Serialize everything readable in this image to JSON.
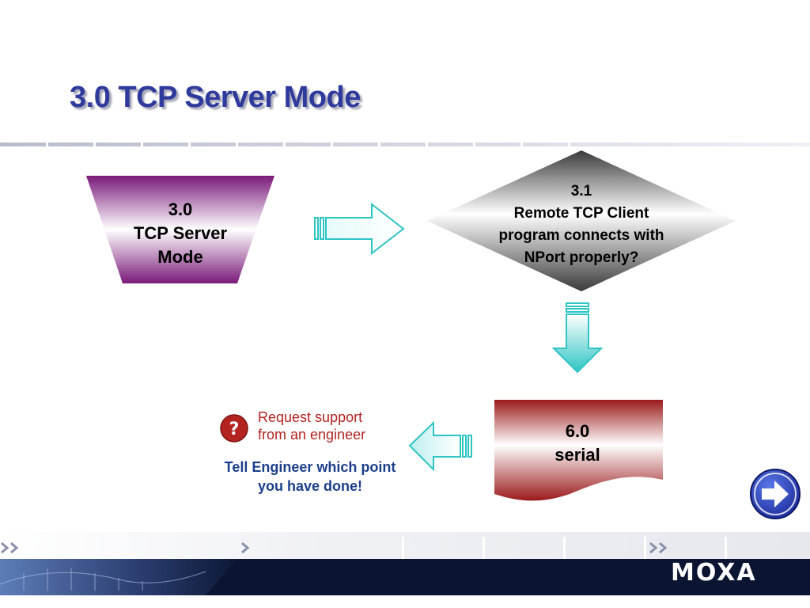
{
  "slide": {
    "title": "3.0 TCP Server Mode"
  },
  "nodes": {
    "start": {
      "line1": "3.0",
      "line2": "TCP Server",
      "line3": "Mode"
    },
    "decision": {
      "line1": "3.1",
      "line2": "Remote TCP Client",
      "line3": "program connects with",
      "line4": "NPort  properly?"
    },
    "serial": {
      "line1": "6.0",
      "line2": "serial"
    }
  },
  "support": {
    "line1": "Request support",
    "line2": "from an engineer",
    "icon": "question-icon",
    "note_line1": "Tell Engineer which point",
    "note_line2": "you have done!"
  },
  "navigation": {
    "next_icon": "next-arrow-icon"
  },
  "brand": {
    "logo": "MOXA"
  },
  "colors": {
    "title": "#2e3a9c",
    "purple": "#7a1a7a",
    "red": "#9b1a1a",
    "teal_arrow": "#2ec4c4",
    "support_red": "#b3231f",
    "note_blue": "#1c3f8c"
  }
}
